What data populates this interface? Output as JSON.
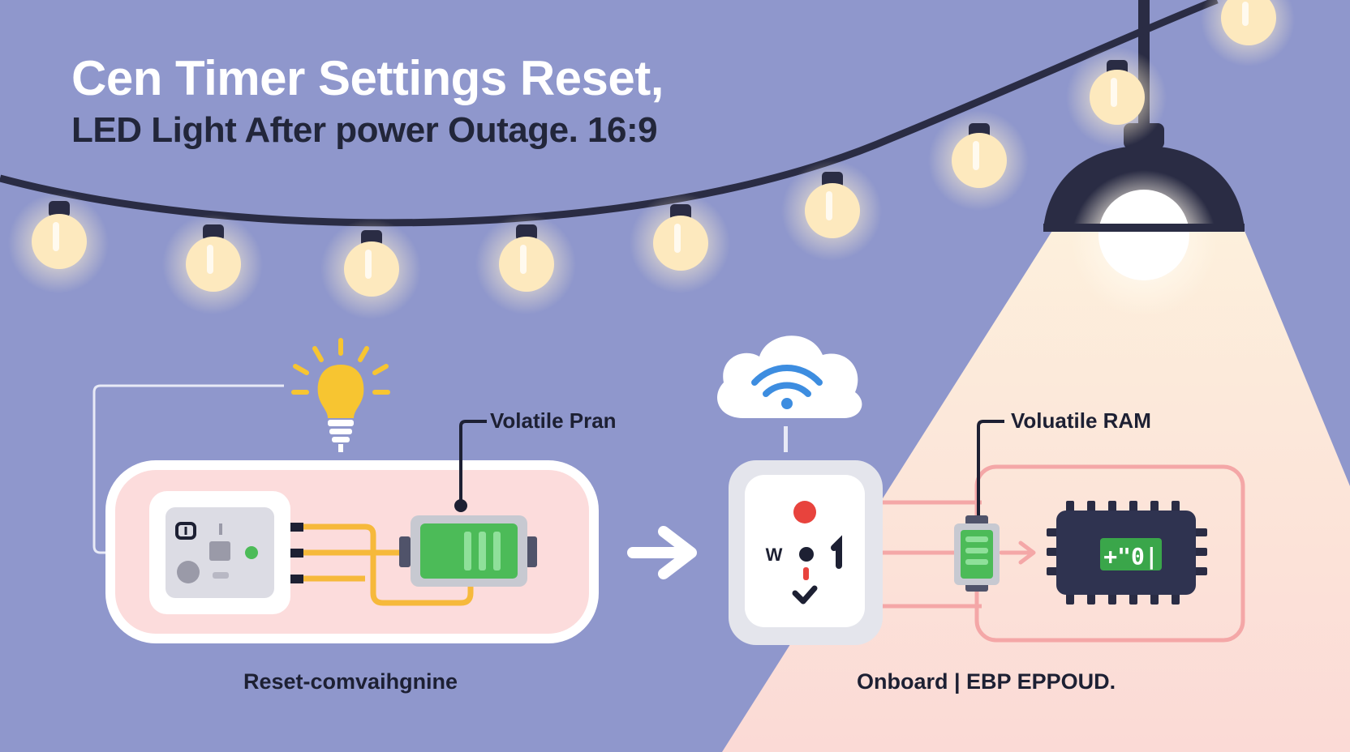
{
  "title": {
    "line1": "Cen Timer Settings Reset,",
    "line2": "LED Light After power Outage. 16:9"
  },
  "left_module": {
    "callout": "Volatile Pran",
    "caption": "Reset-comvaihgnine"
  },
  "right_module": {
    "callout": "Voluatile RAM",
    "caption": "Onboard | EBP EPPOUD.",
    "plug_letter": "W",
    "chip_display": "+\"0|"
  },
  "icons": {
    "string_lights": "string-light-bulb-icon",
    "hanging_lamp": "hanging-lamp-icon",
    "indicator_bulb": "lightbulb-icon",
    "cloud": "cloud-wifi-icon",
    "arrow": "arrow-right-icon",
    "battery_left": "battery-icon",
    "battery_right": "battery-vertical-icon",
    "chip": "microchip-icon",
    "checkmark": "checkmark-icon"
  },
  "colors": {
    "background": "#8f97cc",
    "wire": "#2a2c44",
    "bulb_glow": "#fff3d6",
    "panel_fill": "#fcdcdc",
    "panel_border": "#ffffff",
    "trace": "#f6b93b",
    "battery": "#4cbb58",
    "right_panel_border": "#f4a7a7",
    "accent_red": "#e8433d",
    "light_cone": "#fde3d6"
  }
}
